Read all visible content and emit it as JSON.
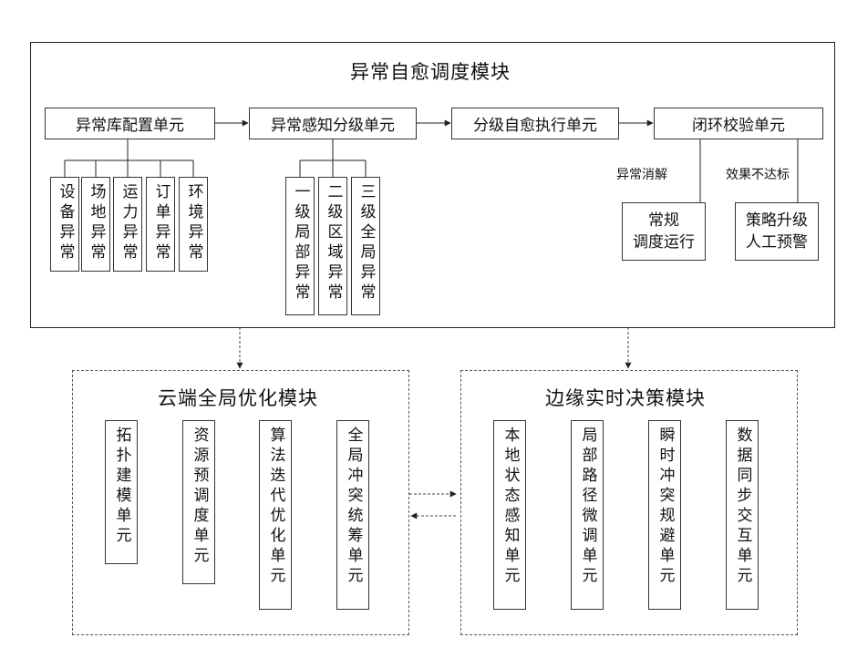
{
  "top_module": {
    "title": "异常自愈调度模块",
    "units": [
      "异常库配置单元",
      "异常感知分级单元",
      "分级自愈执行单元",
      "闭环校验单元"
    ],
    "anomaly_types": [
      "设备异常",
      "场地异常",
      "运力异常",
      "订单异常",
      "环境异常"
    ],
    "levels": [
      "一级局部异常",
      "二级区域异常",
      "三级全局异常"
    ],
    "branch_labels": [
      "异常消解",
      "效果不达标"
    ],
    "outcomes": [
      {
        "line1": "常规",
        "line2": "调度运行"
      },
      {
        "line1": "策略升级",
        "line2": "人工预警"
      }
    ]
  },
  "cloud_module": {
    "title": "云端全局优化模块",
    "units": [
      "拓扑建模单元",
      "资源预调度单元",
      "算法迭代优化单元",
      "全局冲突统筹单元"
    ]
  },
  "edge_module": {
    "title": "边缘实时决策模块",
    "units": [
      "本地状态感知单元",
      "局部路径微调单元",
      "瞬时冲突规避单元",
      "数据同步交互单元"
    ]
  }
}
